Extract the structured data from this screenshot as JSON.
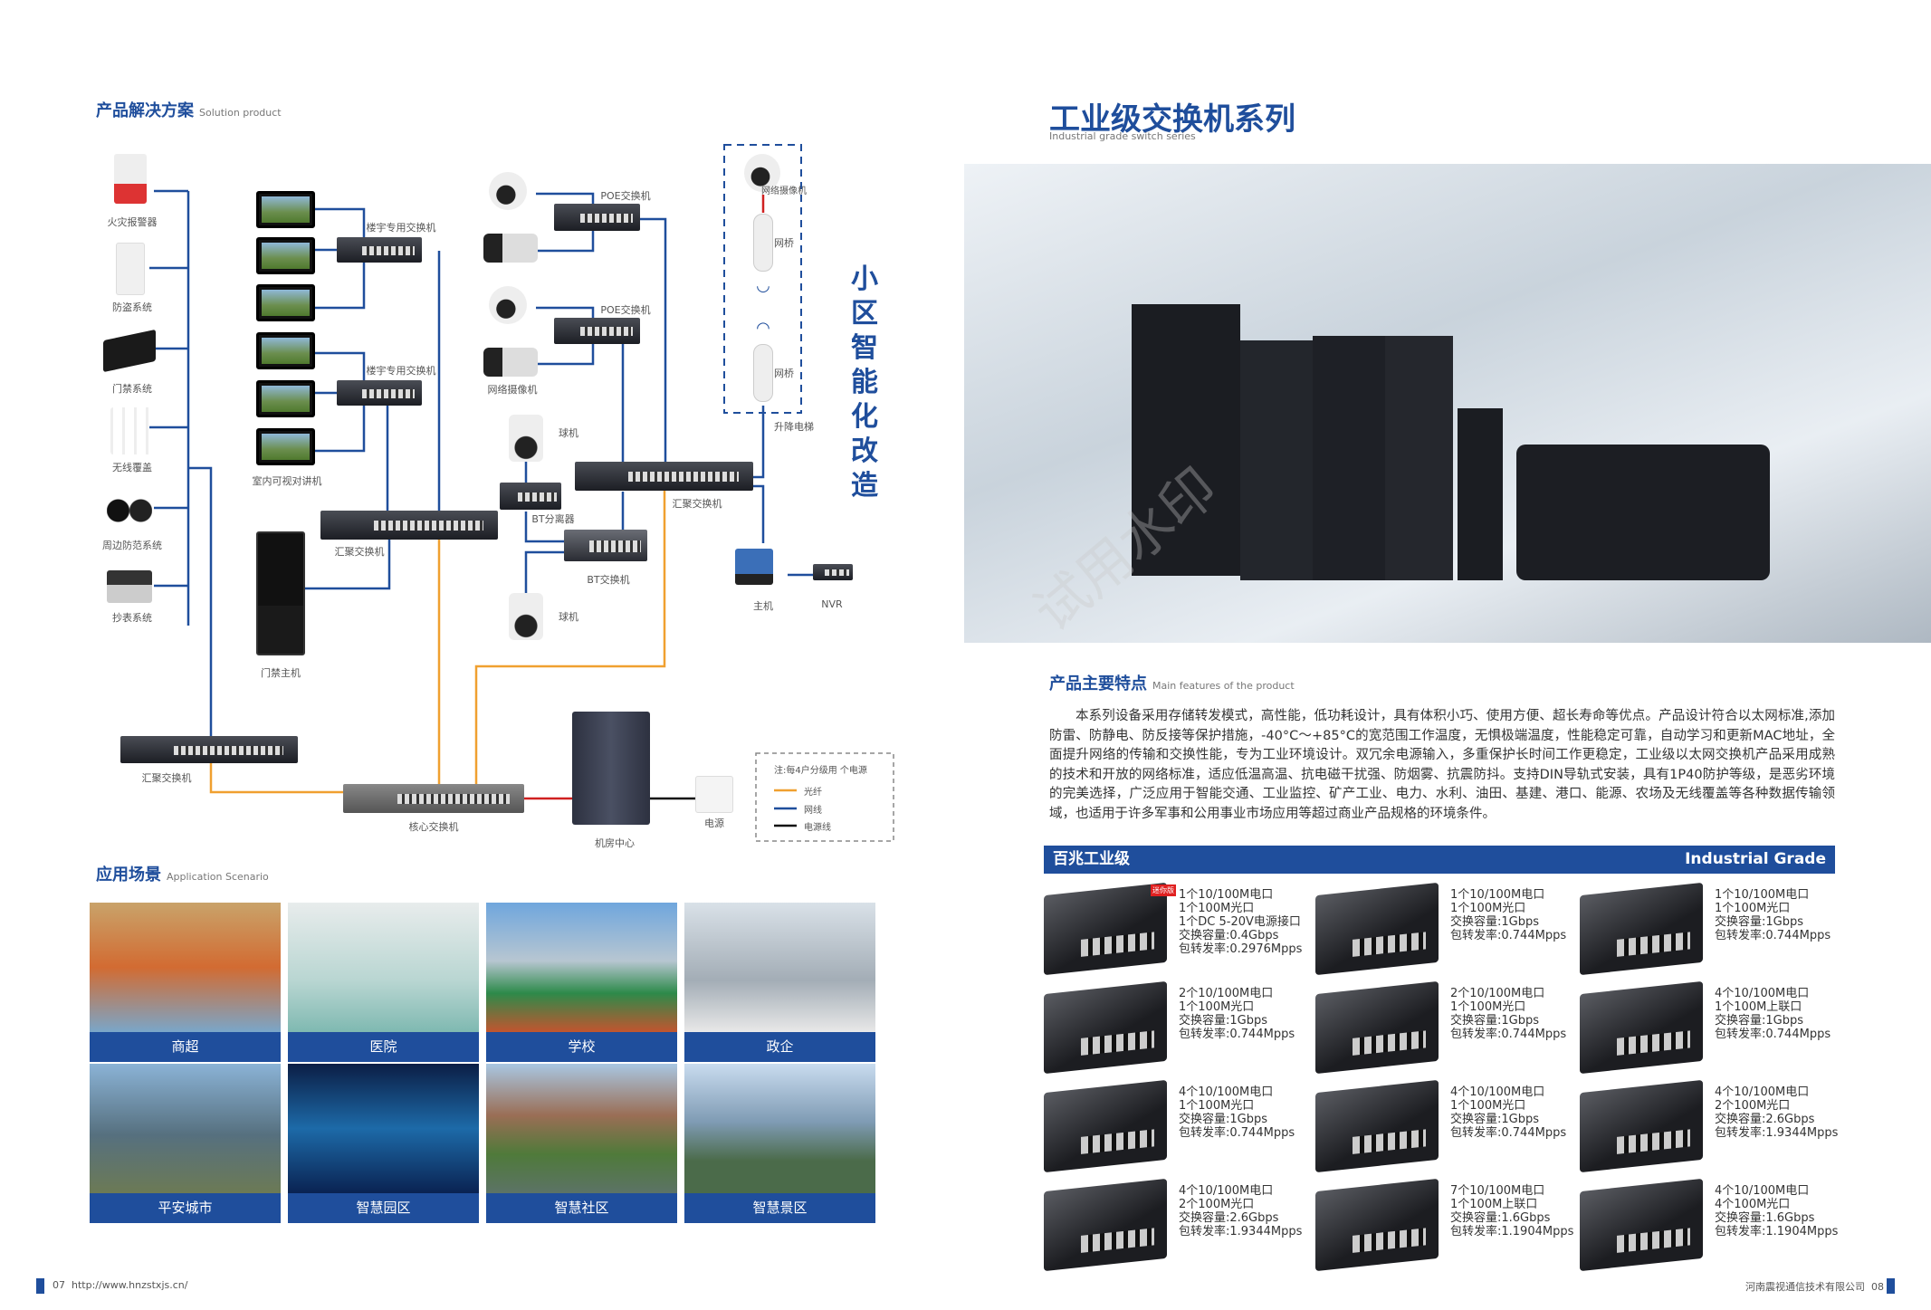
{
  "left": {
    "solution_title": "产品解决方案",
    "solution_title_en": "Solution product",
    "diagram": {
      "fire_alarm": "火灾报警器",
      "anti_theft": "防盗系统",
      "access_system": "门禁系统",
      "wireless": "无线覆盖",
      "perimeter": "周边防范系统",
      "meter": "抄表系统",
      "building_switch": "楼宇专用交换机",
      "intercom": "室内可视对讲机",
      "agg_switch": "汇聚交换机",
      "access_host": "门禁主机",
      "poe_switch": "POE交换机",
      "ip_camera": "网络摄像机",
      "dome_camera": "球机",
      "bt_splitter": "BT分离器",
      "bt_switch": "BT交换机",
      "bridge_camera": "网络摄像机",
      "bridge": "网桥",
      "elevator": "升降电梯",
      "host": "主机",
      "nvr": "NVR",
      "core_switch": "核心交换机",
      "server_room": "机房中心",
      "power": "电源",
      "side_title": "小区智能化改造",
      "legend": {
        "note": "注:每4户分级用 个电源",
        "fiber": "光纤",
        "network": "网线",
        "power_line": "电源线"
      },
      "colors": {
        "fiber": "#f0a030",
        "network": "#1f4e9c",
        "power_line": "#111111",
        "red": "#d02020"
      }
    },
    "scenario_title": "应用场景",
    "scenario_title_en": "Application Scenario",
    "scenarios": [
      "商超",
      "医院",
      "学校",
      "政企",
      "平安城市",
      "智慧园区",
      "智慧社区",
      "智慧景区"
    ]
  },
  "right": {
    "title": "工业级交换机系列",
    "subtitle": "Industrial grade switch series",
    "features_title": "产品主要特点",
    "features_title_en": "Main features of the product",
    "features_text": "本系列设备采用存储转发模式，高性能，低功耗设计，具有体积小巧、使用方便、超长寿命等优点。产品设计符合以太网标准,添加防雷、防静电、防反接等保护措施，-40°C～+85°C的宽范围工作温度，无惧极端温度，性能稳定可靠，自动学习和更新MAC地址，全面提升网络的传输和交换性能，专为工业环境设计。双冗余电源输入，多重保护长时间工作更稳定，工业级以太网交换机产品采用成熟的技术和开放的网络标准，适应低温高温、抗电磁干扰强、防烟雾、抗震防抖。支持DIN导轨式安装，具有1P40防护等级，是恶劣环境的完美选择，广泛应用于智能交通、工业监控、矿产工业、电力、水利、油田、基建、港口、能源、农场及无线覆盖等各种数据传输领域，也适用于许多军事和公用事业市场应用等超过商业产品规格的环境条件。",
    "grade_left": "百兆工业级",
    "grade_right": "Industrial Grade",
    "mini_badge": "迷你版",
    "products": [
      [
        "1个10/100M电口",
        "1个100M光口",
        "1个DC 5-20V电源接口",
        "交换容量:0.4Gbps",
        "包转发率:0.2976Mpps"
      ],
      [
        "1个10/100M电口",
        "1个100M光口",
        "交换容量:1Gbps",
        "包转发率:0.744Mpps"
      ],
      [
        "1个10/100M电口",
        "1个100M光口",
        "交换容量:1Gbps",
        "包转发率:0.744Mpps"
      ],
      [
        "2个10/100M电口",
        "1个100M光口",
        "交换容量:1Gbps",
        "包转发率:0.744Mpps"
      ],
      [
        "2个10/100M电口",
        "1个100M光口",
        "交换容量:1Gbps",
        "包转发率:0.744Mpps"
      ],
      [
        "4个10/100M电口",
        "1个100M上联口",
        "交换容量:1Gbps",
        "包转发率:0.744Mpps"
      ],
      [
        "4个10/100M电口",
        "1个100M光口",
        "交换容量:1Gbps",
        "包转发率:0.744Mpps"
      ],
      [
        "4个10/100M电口",
        "1个100M光口",
        "交换容量:1Gbps",
        "包转发率:0.744Mpps"
      ],
      [
        "4个10/100M电口",
        "2个100M光口",
        "交换容量:2.6Gbps",
        "包转发率:1.9344Mpps"
      ],
      [
        "4个10/100M电口",
        "2个100M光口",
        "交换容量:2.6Gbps",
        "包转发率:1.9344Mpps"
      ],
      [
        "7个10/100M电口",
        "1个100M上联口",
        "交换容量:1.6Gbps",
        "包转发率:1.1904Mpps"
      ],
      [
        "4个10/100M电口",
        "4个100M光口",
        "交换容量:1.6Gbps",
        "包转发率:1.1904Mpps"
      ]
    ]
  },
  "footer": {
    "left_page": "07",
    "url": "http://www.hnzstxjs.cn/",
    "company": "河南震视通信技术有限公司",
    "right_page": "08"
  },
  "watermark": "试用水印"
}
